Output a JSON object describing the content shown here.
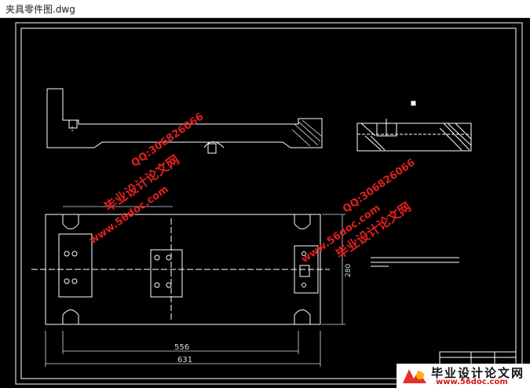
{
  "window": {
    "title": "夹具零件图.dwg"
  },
  "drawing": {
    "dim_556": "556",
    "dim_631": "631",
    "dim_280": "280"
  },
  "watermarks": [
    {
      "title": "毕业设计论文网",
      "url": "www.56doc.com",
      "qq": "QQ:306826066"
    },
    {
      "title": "毕业设计论文网",
      "url": "www.56doc.com",
      "qq": "QQ:306826066"
    }
  ],
  "logo": {
    "title": "毕业设计论文网",
    "url": "www.56doc.com"
  },
  "colors": {
    "background": "#000000",
    "lines": "#ffffff",
    "watermark": "#e02020",
    "dimension": "#dddddd"
  }
}
